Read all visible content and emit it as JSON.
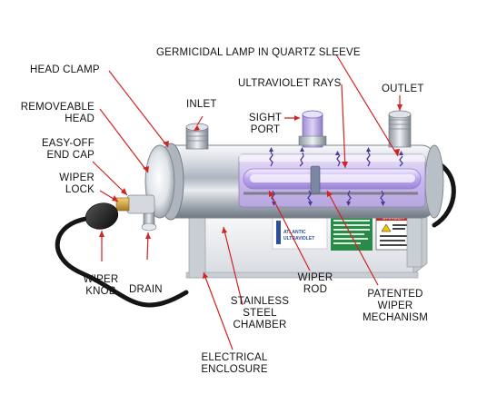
{
  "labels": {
    "germicidal_lamp": "GERMICIDAL LAMP IN QUARTZ SLEEVE",
    "head_clamp": "HEAD CLAMP",
    "ultraviolet_rays": "ULTRAVIOLET RAYS",
    "removeable_head": [
      "REMOVEABLE",
      "HEAD"
    ],
    "inlet": "INLET",
    "outlet": "OUTLET",
    "sight_port": [
      "SIGHT",
      "PORT"
    ],
    "easy_off_end_cap": [
      "EASY-OFF",
      "END CAP"
    ],
    "wiper_lock": [
      "WIPER",
      "LOCK"
    ],
    "wiper_knob": [
      "WIPER",
      "KNOB"
    ],
    "drain": "DRAIN",
    "stainless_steel_chamber": [
      "STAINLESS",
      "STEEL",
      "CHAMBER"
    ],
    "wiper_rod": [
      "WIPER",
      "ROD"
    ],
    "patented_wiper_mechanism": [
      "PATENTED",
      "WIPER",
      "MECHANISM"
    ],
    "electrical_enclosure": [
      "ELECTRICAL",
      "ENCLOSURE"
    ]
  },
  "enclosure_panel": {
    "brand_line_1": "ATLANTIC",
    "brand_line_2": "ULTRAVIOLET",
    "danger_label": "DANGER"
  },
  "colors": {
    "leader_lines": "#d32222",
    "chamber_steel": "#cfd4db",
    "uv_glow": "#b49be8",
    "ray_arrows": "#4a3a9a",
    "enclosure_body": "#eef0f2",
    "danger_red": "#c8201e"
  }
}
